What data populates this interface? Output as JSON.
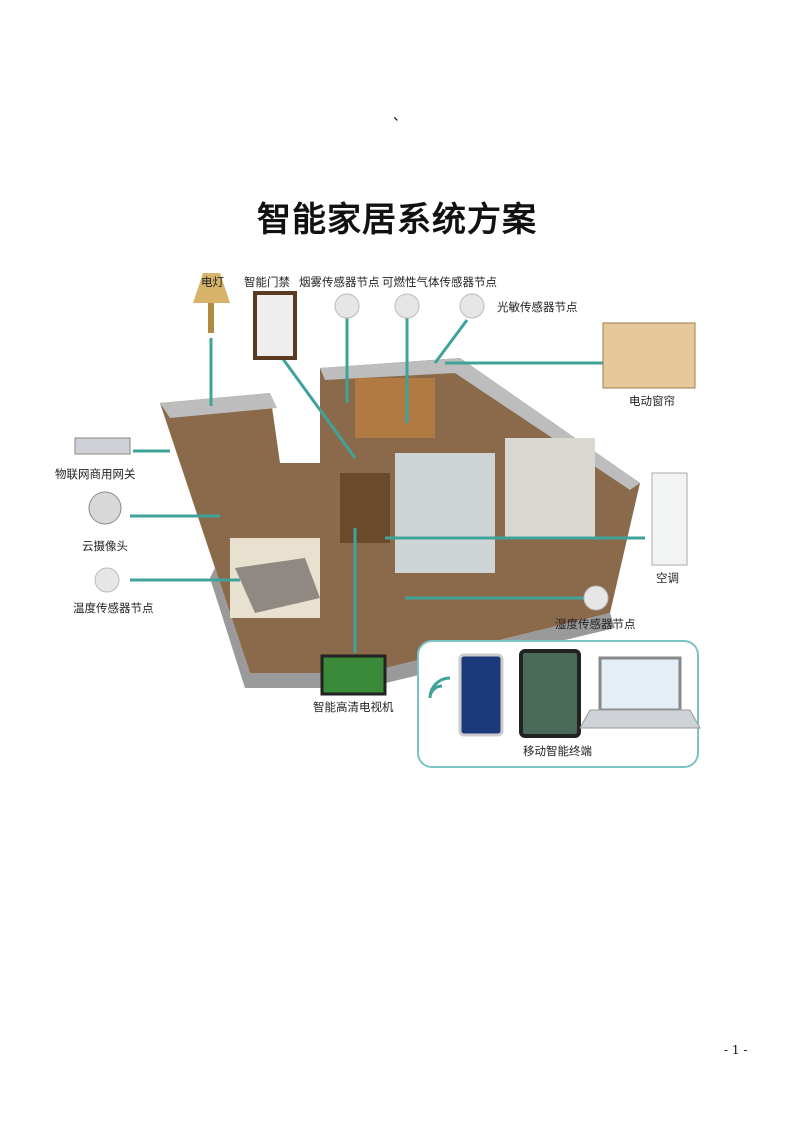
{
  "header_mark": "、",
  "title": "智能家居系统方案",
  "diagram": {
    "labels": {
      "lamp": "电灯",
      "access_control": "智能门禁",
      "smoke_sensor": "烟雾传感器节点",
      "gas_sensor": "可燃性气体传感器节点",
      "light_sensor": "光敏传感器节点",
      "curtain": "电动窗帘",
      "gateway": "物联网商用网关",
      "camera": "云摄像头",
      "temp_sensor": "温度传感器节点",
      "air_conditioner": "空调",
      "humidity_sensor": "湿度传感器节点",
      "tv": "智能高清电视机",
      "mobile_terminal": "移动智能终端"
    },
    "accent_color": "#3fa39a"
  },
  "page_number": "- 1 -"
}
